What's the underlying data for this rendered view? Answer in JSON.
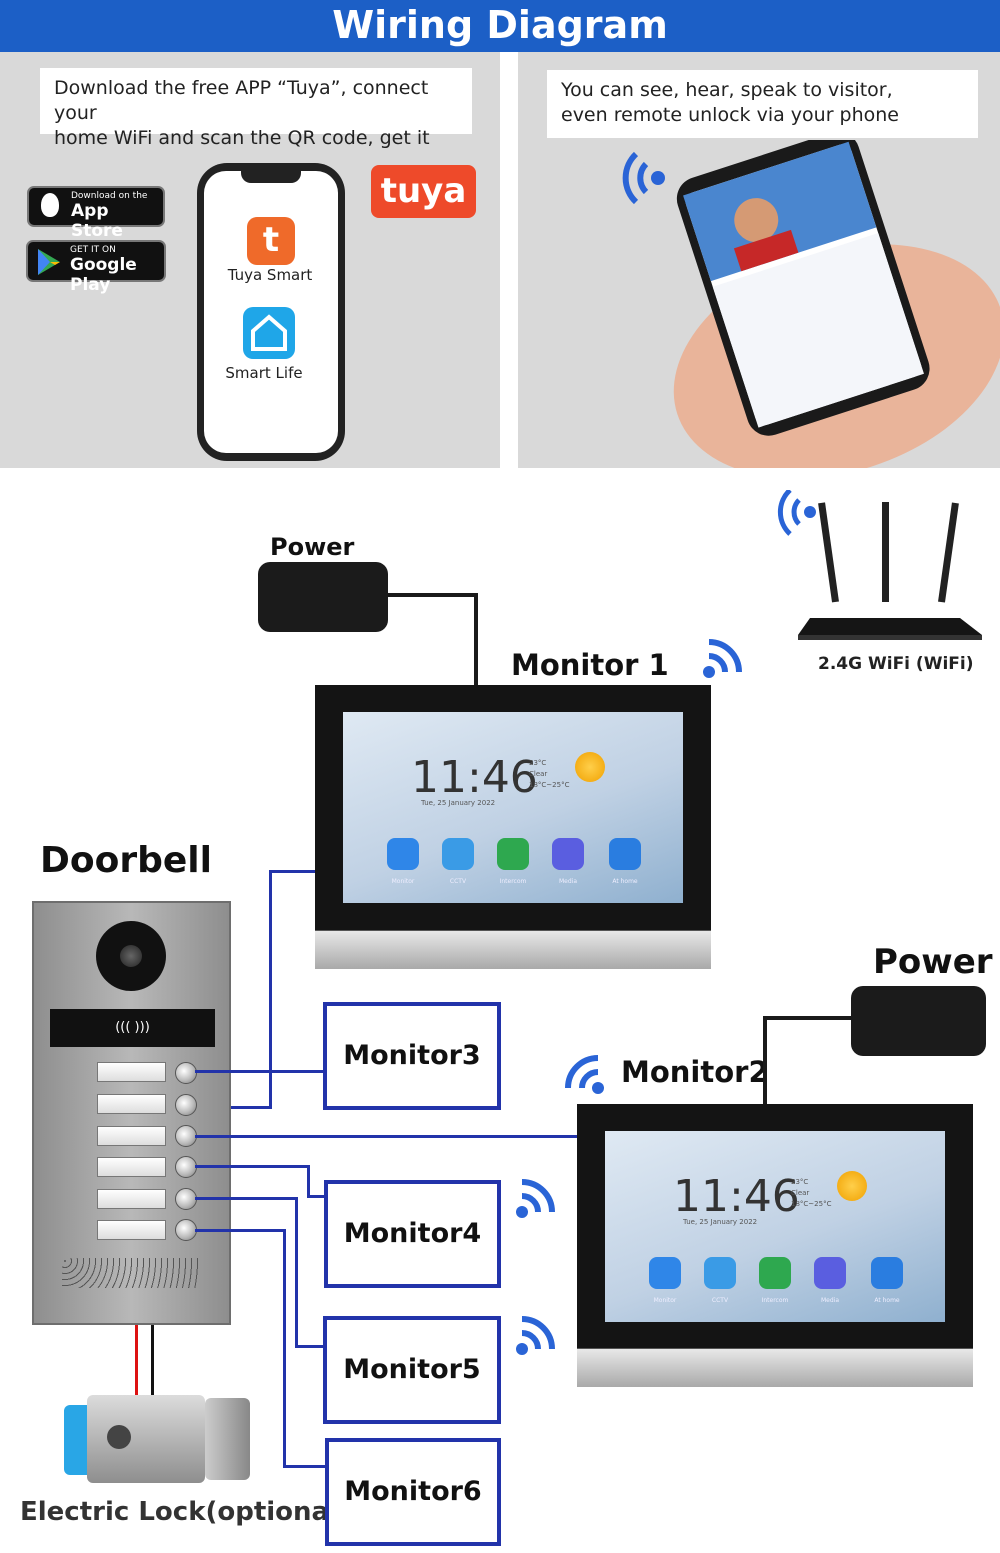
{
  "banner": {
    "title": "Wiring Diagram"
  },
  "app_notes": {
    "left_line1": "Download the free APP “Tuya”, connect your",
    "left_line2": "home WiFi and scan the QR code, get it",
    "right_line1": "You can see, hear, speak to visitor,",
    "right_line2": "even remote unlock via your phone"
  },
  "stores": {
    "apple_small": "Download on the",
    "apple_big": "App Store",
    "google_small": "GET IT ON",
    "google_big": "Google Play"
  },
  "apps": {
    "tuya_logo": "tuya",
    "tuya_smart": "Tuya Smart",
    "smart_life": "Smart Life"
  },
  "diagram": {
    "power_top": "Power",
    "power_right": "Power",
    "monitor1": "Monitor 1",
    "monitor2": "Monitor2",
    "wifi_router": "2.4G WiFi (WiFi)",
    "doorbell": "Doorbell",
    "electric_lock": "Electric Lock(optional)",
    "boxes": {
      "m3": "Monitor3",
      "m4": "Monitor4",
      "m5": "Monitor5",
      "m6": "Monitor6"
    }
  },
  "monitor_screen": {
    "time": "11:46",
    "date": "Tue, 25 January 2022",
    "temp": "23°C",
    "condition": "Clear",
    "range": "18°C~25°C",
    "apps": [
      "Monitor",
      "CCTV",
      "Intercom",
      "Media",
      "At home"
    ]
  },
  "colors": {
    "banner": "#1c5fc6",
    "wire": "#2233aa",
    "tuya": "#ee4a2a"
  }
}
